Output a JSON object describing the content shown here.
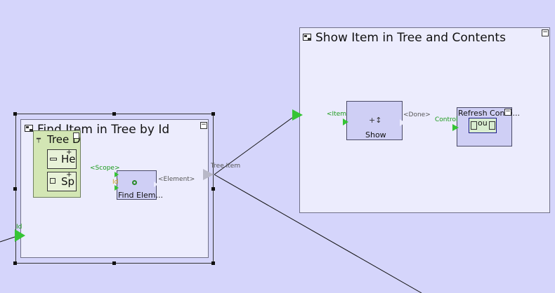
{
  "canvas": {
    "background": "#d5d5fb"
  },
  "colors": {
    "group_fill": "#ececfd",
    "node_fill": "#cfcff5",
    "tree_fill": "#d3e6b4",
    "port_green": "#35c435",
    "port_gray": "#b8b8c8",
    "label_green": "#1a9a1a"
  },
  "find_group": {
    "title": "Find Item in Tree by Id",
    "min_glyph": "−",
    "input_port_label": "Id",
    "tree_panel": {
      "title": "Tree D",
      "item1_label": "He",
      "item2_label": "Sp",
      "plus_glyph": "+"
    },
    "find_node": {
      "label": "Find Elem...",
      "scope_port_label": "<Scope>",
      "id_port_label": "Id",
      "element_port_label": "<Element>"
    },
    "output_port_label": "Tree Item"
  },
  "show_group": {
    "title": "Show Item in Tree and Contents",
    "min_glyph": "−",
    "item_port_label": "<Item>",
    "show_node": {
      "label": "Show",
      "icon_glyph": "+↕",
      "done_port_label": "<Done>"
    },
    "control_port_label": "Control",
    "refresh_node": {
      "label": "Refresh Conte...",
      "min_glyph": "−",
      "inner_text": "ou"
    }
  }
}
